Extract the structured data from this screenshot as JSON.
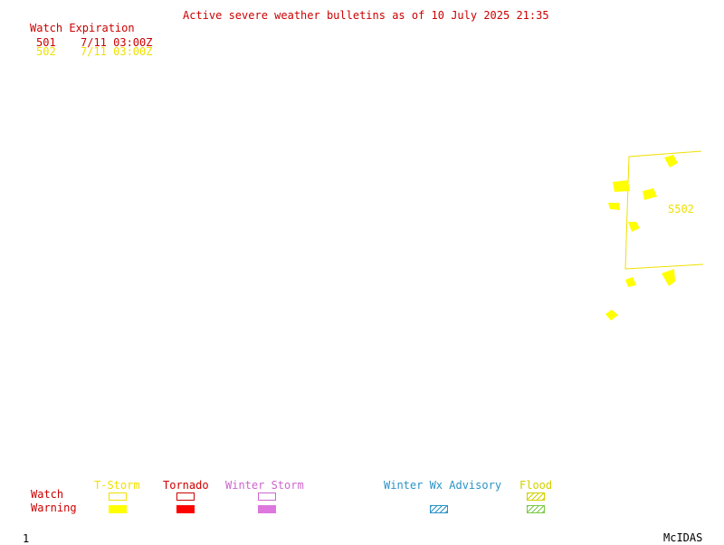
{
  "title": "Active severe weather bulletins as of 10 July 2025 21:35",
  "watch_table": {
    "header": "Watch Expiration",
    "rows": [
      {
        "id": "501",
        "expiration": "7/11 03:00Z",
        "color": "#cc0000"
      },
      {
        "id": "502",
        "expiration": "7/11 03:00Z",
        "color": "#f0e000"
      }
    ]
  },
  "map": {
    "watch_label": "S502",
    "watch_color": "#f0e000",
    "warning_color": "#ffff00"
  },
  "legend": {
    "row_labels": {
      "watch": "Watch",
      "warning": "Warning"
    },
    "categories": [
      {
        "label": "T-Storm",
        "watch_color": "#f0e000",
        "warning_color": "#ffff00",
        "style": "outline/solid"
      },
      {
        "label": "Tornado",
        "watch_color": "#cc0000",
        "warning_color": "#ff0000",
        "style": "outline/solid"
      },
      {
        "label": "Winter Storm",
        "watch_color": "#cc66cc",
        "warning_color": "#dd77dd",
        "style": "outline/solid"
      },
      {
        "label": "Winter Wx Advisory",
        "color": "#2a93c8",
        "style": "hatched"
      },
      {
        "label": "Flood",
        "watch_color": "#d0d000",
        "warning_color": "#7ac943",
        "style": "hatched"
      }
    ]
  },
  "footer": {
    "frame_number": "1",
    "software": "McIDAS"
  }
}
